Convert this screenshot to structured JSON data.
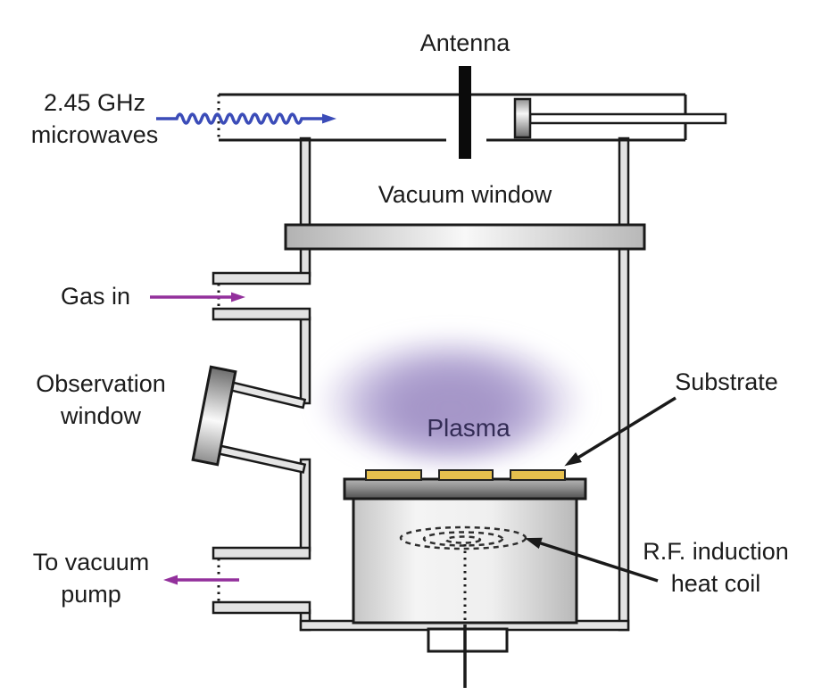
{
  "figure": {
    "type": "schematic-diagram",
    "subject": "Microwave plasma reactor",
    "labels": {
      "antenna": "Antenna",
      "microwave_source_line1": "2.45 GHz",
      "microwave_source_line2": "microwaves",
      "vacuum_window": "Vacuum window",
      "gas_in": "Gas in",
      "observation_line1": "Observation",
      "observation_line2": "window",
      "plasma": "Plasma",
      "substrate": "Substrate",
      "rf_coil_line1": "R.F. induction",
      "rf_coil_line2": "heat coil",
      "vacuum_pump_line1": "To vacuum",
      "vacuum_pump_line2": "pump"
    },
    "colors": {
      "outline": "#1a1a1a",
      "microwave_arrow_blue": "#3b4cb8",
      "flow_arrow_purple": "#93309c",
      "plasma_fill": "#a596c8",
      "plasma_text": "#332c55",
      "substrate_gold": "#e6c04e",
      "wall_gray": "#e2e2e2",
      "metal_gray_dark": "#4f4f4f"
    },
    "icons": {
      "microwave_wave_arrow": "sine-wave-arrow-right",
      "gas_in_arrow": "arrow-right",
      "vacuum_pump_arrow": "arrow-left",
      "substrate_pointer": "arrow-down-left",
      "rf_coil_pointer": "arrow-up-left"
    }
  }
}
